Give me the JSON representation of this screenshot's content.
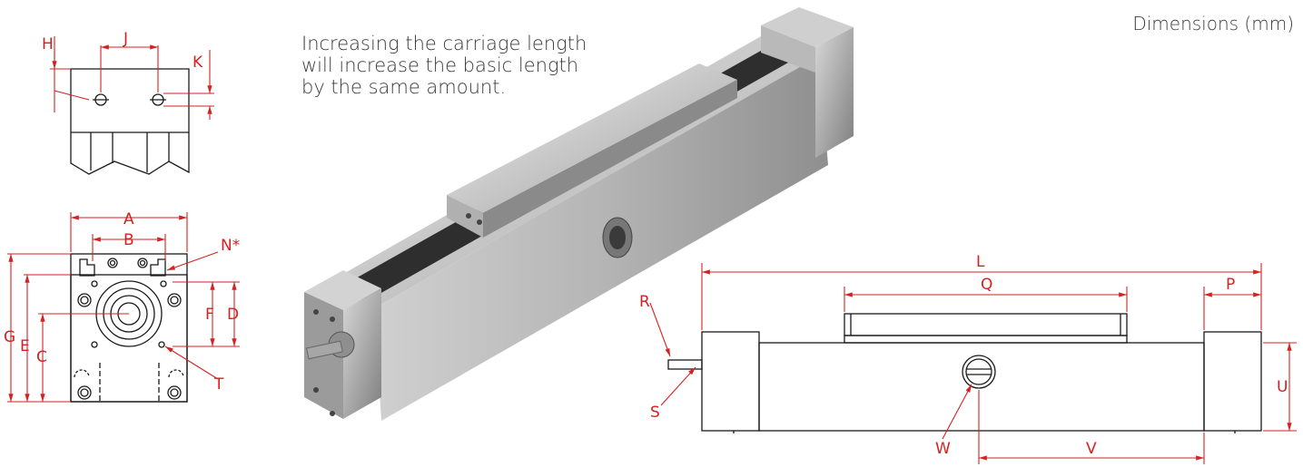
{
  "note": {
    "lines": [
      "Increasing the carriage length",
      "will increase the basic length",
      "by the same amount."
    ]
  },
  "units_label": "Dimensions (mm)",
  "dimension_labels": {
    "H": "H",
    "J": "J",
    "K": "K",
    "A": "A",
    "B": "B",
    "N": "N*",
    "G": "G",
    "E": "E",
    "C": "C",
    "F": "F",
    "D": "D",
    "T": "T",
    "L": "L",
    "Q": "Q",
    "P": "P",
    "R": "R",
    "S": "S",
    "U": "U",
    "W": "W",
    "V": "V"
  },
  "colors": {
    "dimension": "#d52121",
    "line": "#1a1a1a",
    "text": "#3a3a3a"
  }
}
